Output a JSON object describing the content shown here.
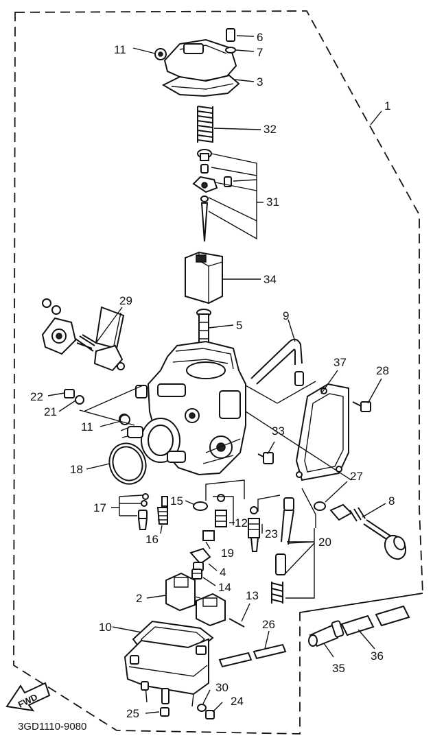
{
  "labels": {
    "p1": "1",
    "p2": "2",
    "p3": "3",
    "p4": "4",
    "p5": "5",
    "p6": "6",
    "p7": "7",
    "p8": "8",
    "p9": "9",
    "p10": "10",
    "p11a": "11",
    "p11b": "11",
    "p12": "12",
    "p13": "13",
    "p14": "14",
    "p15": "15",
    "p16": "16",
    "p17": "17",
    "p18": "18",
    "p19": "19",
    "p20": "20",
    "p21": "21",
    "p22": "22",
    "p23": "23",
    "p24": "24",
    "p25": "25",
    "p26": "26",
    "p27": "27",
    "p28": "28",
    "p29": "29",
    "p30": "30",
    "p31": "31",
    "p32": "32",
    "p33": "33",
    "p34": "34",
    "p35": "35",
    "p36": "36",
    "p37": "37"
  },
  "fwd_label": "FWD",
  "drawing_code": "3GD1110-9080"
}
